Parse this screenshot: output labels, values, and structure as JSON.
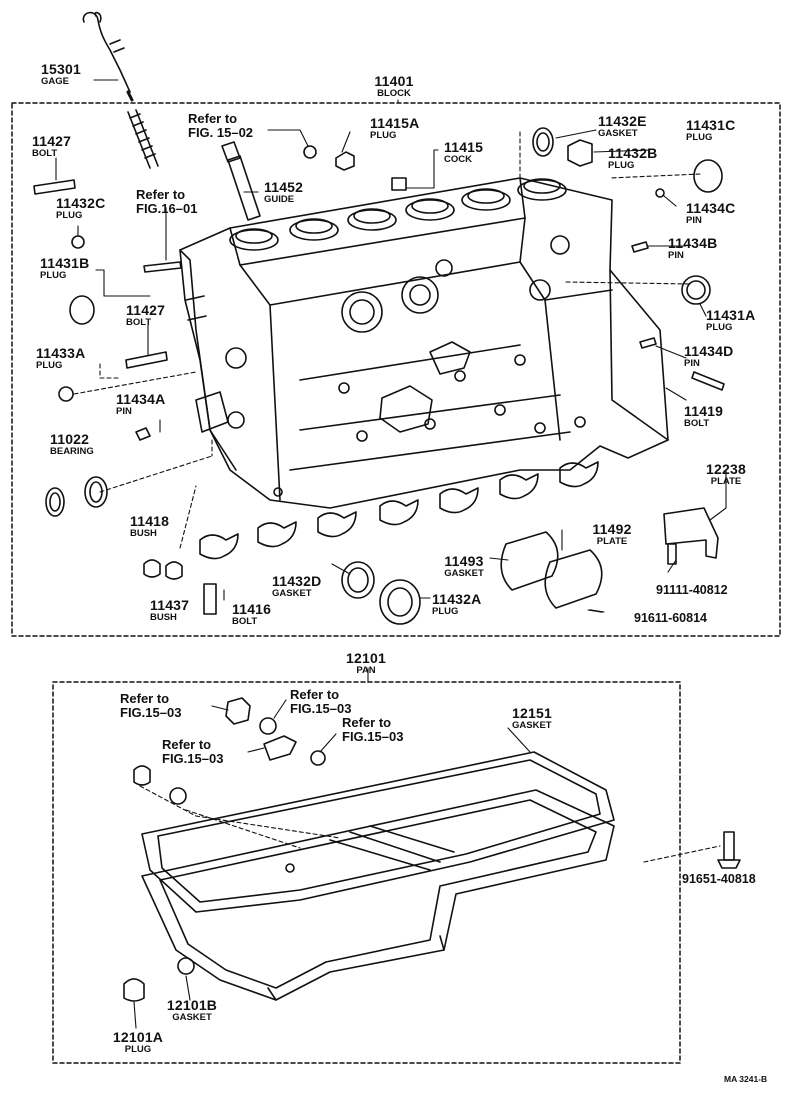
{
  "block_group": {
    "number": "11401",
    "name": "BLOCK"
  },
  "pan_group": {
    "number": "12101",
    "name": "PAN"
  },
  "parts": [
    {
      "key": "gage",
      "number": "15301",
      "name": "GAGE"
    },
    {
      "key": "bolt_11427_top",
      "number": "11427",
      "name": "BOLT"
    },
    {
      "key": "plug_11432c",
      "number": "11432C",
      "name": "PLUG"
    },
    {
      "key": "plug_11431b",
      "number": "11431B",
      "name": "PLUG"
    },
    {
      "key": "bolt_11427_mid",
      "number": "11427",
      "name": "BOLT"
    },
    {
      "key": "plug_11433a",
      "number": "11433A",
      "name": "PLUG"
    },
    {
      "key": "pin_11434a",
      "number": "11434A",
      "name": "PIN"
    },
    {
      "key": "bearing",
      "number": "11022",
      "name": "BEARING"
    },
    {
      "key": "bush_11418",
      "number": "11418",
      "name": "BUSH"
    },
    {
      "key": "bush_11437",
      "number": "11437",
      "name": "BUSH"
    },
    {
      "key": "bolt_11416",
      "number": "11416",
      "name": "BOLT"
    },
    {
      "key": "gasket_11432d",
      "number": "11432D",
      "name": "GASKET"
    },
    {
      "key": "plug_11432a",
      "number": "11432A",
      "name": "PLUG"
    },
    {
      "key": "gasket_11493",
      "number": "11493",
      "name": "GASKET"
    },
    {
      "key": "plate_11492",
      "number": "11492",
      "name": "PLATE"
    },
    {
      "key": "plate_12238",
      "number": "12238",
      "name": "PLATE"
    },
    {
      "key": "bolt_11419",
      "number": "11419",
      "name": "BOLT"
    },
    {
      "key": "pin_11434d",
      "number": "11434D",
      "name": "PIN"
    },
    {
      "key": "plug_11431a",
      "number": "11431A",
      "name": "PLUG"
    },
    {
      "key": "pin_11434b",
      "number": "11434B",
      "name": "PIN"
    },
    {
      "key": "pin_11434c",
      "number": "11434C",
      "name": "PIN"
    },
    {
      "key": "plug_11432b",
      "number": "11432B",
      "name": "PLUG"
    },
    {
      "key": "plug_11431c",
      "number": "11431C",
      "name": "PLUG"
    },
    {
      "key": "gasket_11432e",
      "number": "11432E",
      "name": "GASKET"
    },
    {
      "key": "cock_11415",
      "number": "11415",
      "name": "COCK"
    },
    {
      "key": "plug_11415a",
      "number": "11415A",
      "name": "PLUG"
    },
    {
      "key": "guide_11452",
      "number": "11452",
      "name": "GUIDE"
    },
    {
      "key": "gasket_12151",
      "number": "12151",
      "name": "GASKET"
    },
    {
      "key": "gasket_12101b",
      "number": "12101B",
      "name": "GASKET"
    },
    {
      "key": "plug_12101a",
      "number": "12101A",
      "name": "PLUG"
    }
  ],
  "refs": [
    {
      "key": "ref_15_02",
      "line1": "Refer to",
      "line2": "FIG. 15–02"
    },
    {
      "key": "ref_16_01",
      "line1": "Refer to",
      "line2": "FIG.16–01"
    },
    {
      "key": "ref_15_03_a",
      "line1": "Refer to",
      "line2": "FIG.15–03"
    },
    {
      "key": "ref_15_03_b",
      "line1": "Refer to",
      "line2": "FIG.15–03"
    },
    {
      "key": "ref_15_03_c",
      "line1": "Refer to",
      "line2": "FIG.15–03"
    },
    {
      "key": "ref_15_03_d",
      "line1": "Refer to",
      "line2": "FIG.15–03"
    }
  ],
  "codes": {
    "bolt_91111": "91111-40812",
    "bolt_91611": "91611-60814",
    "bolt_91651": "91651-40818"
  },
  "footer": {
    "drawing_id": "MA 3241-B"
  }
}
